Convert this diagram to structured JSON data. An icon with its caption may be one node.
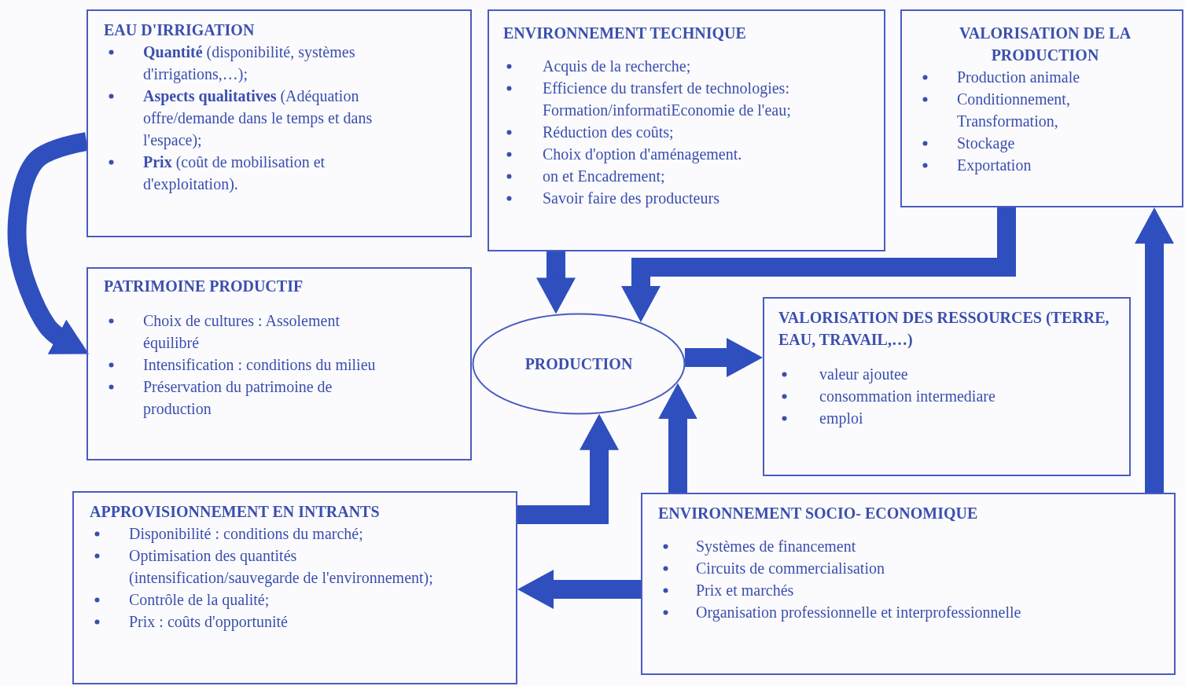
{
  "diagram": {
    "nodes": [
      {
        "text": [
          "EAU D'IRRIGATION",
          "**Quantité** (disponibilité, systèmes d'irrigations,…);",
          "**Aspects qualitatives** (Adéquation offre/demande dans le temps et dans l'espace);",
          "**Prix** (coût de mobilisation et d'exploitation)."
        ]
      },
      {
        "text": [
          "ENVIRONNEMENT TECHNIQUE",
          "Acquis de la recherche;",
          "Efficience du transfert de technologies: Formation/informatiEconomie de l'eau;",
          "Réduction des coûts;",
          "Choix d'option d'aménagement.",
          "on et Encadrement;",
          "Savoir faire des producteurs"
        ]
      },
      {
        "text": [
          "VALORISATION DE LA PRODUCTION",
          "Production animale",
          "Conditionnement, Transformation,",
          "Stockage",
          "Exportation"
        ]
      },
      {
        "text": [
          "PATRIMOINE PRODUCTIF",
          "Choix de cultures : Assolement équilibré",
          "Intensification : conditions du milieu",
          "Préservation du patrimoine de production"
        ]
      },
      {
        "text": [
          "PRODUCTION"
        ]
      },
      {
        "text": [
          "VALORISATION DES RESSOURCES (TERRE, EAU, TRAVAIL,…)",
          "valeur ajoutee",
          "consommation intermediare",
          "emploi"
        ]
      },
      {
        "text": [
          "APPROVISIONNEMENT EN INTRANTS",
          "Disponibilité : conditions du marché;",
          "Optimisation des quantités (intensification/sauvegarde de l'environnement);",
          "Contrôle de la qualité;",
          "Prix : coûts d'opportunité"
        ]
      },
      {
        "text": [
          "ENVIRONNEMENT SOCIO- ECONOMIQUE",
          "Systèmes de financement",
          "Circuits de commercialisation",
          "Prix et marchés",
          "Organisation professionnelle et interprofessionnelle"
        ]
      }
    ],
    "edges": [
      {
        "from": 0,
        "to": 3,
        "arrow": "to"
      },
      {
        "from": 1,
        "to": 4,
        "arrow": "to"
      },
      {
        "from": 2,
        "to": 4,
        "arrow": "to"
      },
      {
        "from": 4,
        "to": 5,
        "arrow": "to"
      },
      {
        "from": 6,
        "to": 4,
        "arrow": "to"
      },
      {
        "from": 7,
        "to": 4,
        "arrow": "to"
      },
      {
        "from": 7,
        "to": 6,
        "arrow": "to"
      },
      {
        "from": 7,
        "to": 2,
        "arrow": "to"
      }
    ]
  }
}
